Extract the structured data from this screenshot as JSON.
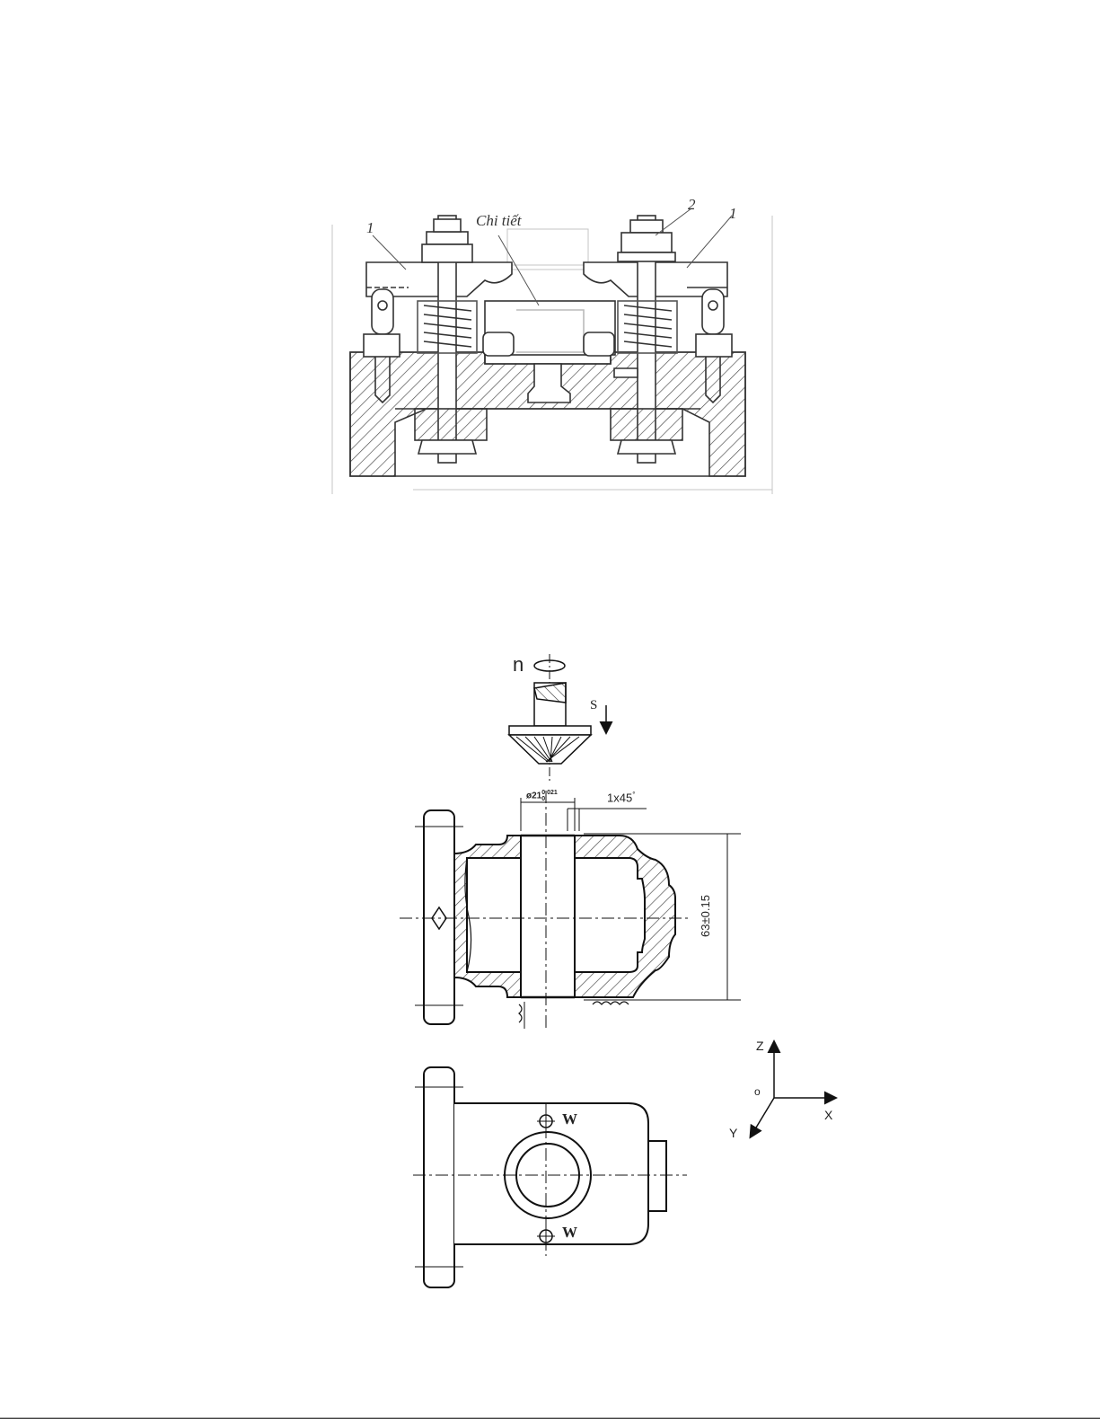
{
  "fixture": {
    "label_part": "Chi tiết",
    "label_clamp_left": "1",
    "label_clamp_right": "1",
    "label_nut": "2"
  },
  "tool": {
    "spindle_label": "n",
    "feed_label": "S"
  },
  "section_view": {
    "hole_dim_main": "ø21",
    "hole_dim_tol_upper": "0.021",
    "hole_dim_tol_lower": "0",
    "chamfer_dim": "1x45",
    "chamfer_degree": "°",
    "height_dim": "63±0.15"
  },
  "plan_view": {
    "clamp_force_top": "W",
    "clamp_force_bottom": "W"
  },
  "axes": {
    "z": "Z",
    "x": "X",
    "y": "Y",
    "origin": "o"
  },
  "colors": {
    "line": "#111111",
    "hatch": "#333333",
    "faint": "#b5b5b5",
    "paper": "#ffffff"
  }
}
